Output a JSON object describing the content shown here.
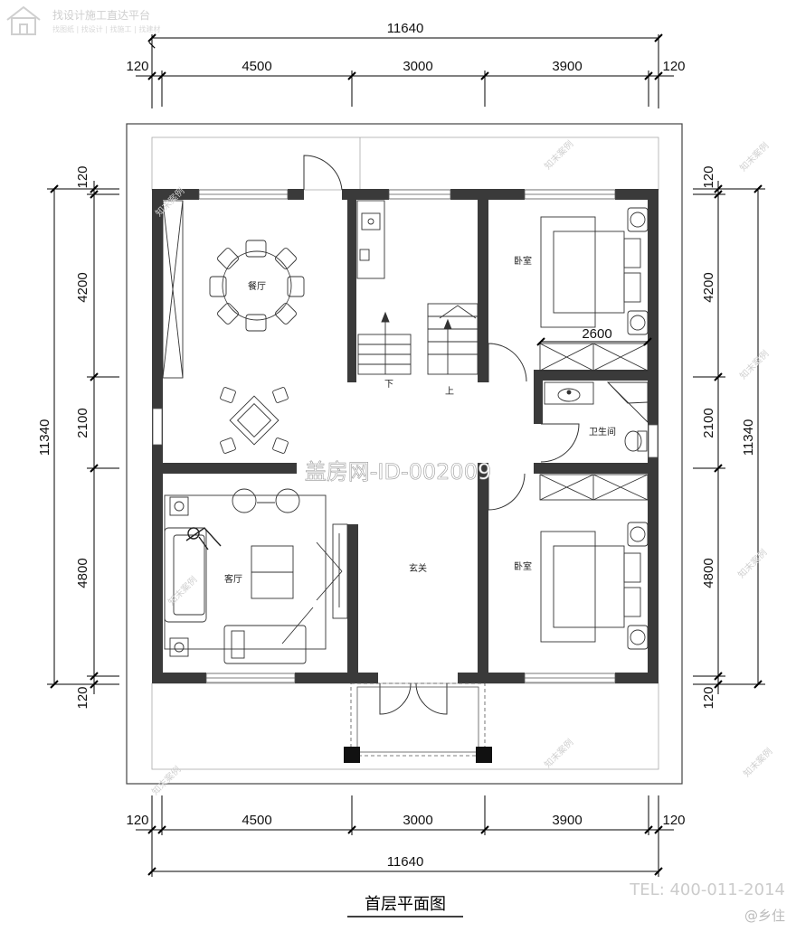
{
  "logo": {
    "title": "找设计施工直达平台",
    "subtitle": "找图纸 | 找设计 | 找施工 | 找建材"
  },
  "dimensions": {
    "overall_width": "11640",
    "overall_depth": "11340",
    "wall_offset": "120",
    "columns": [
      "4500",
      "3000",
      "3900"
    ],
    "rows": [
      "4200",
      "2100",
      "4800"
    ],
    "wardrobe_length": "2600"
  },
  "rooms": {
    "dining": "餐厅",
    "bedroom_top": "卧室",
    "bathroom": "卫生间",
    "living": "客厅",
    "entry": "玄关",
    "bedroom_bottom": "卧室"
  },
  "stairs": {
    "down": "下",
    "up": "上"
  },
  "watermarks": {
    "id": "盖房网-ID-002009",
    "faint": "知末案例",
    "tel": "TEL: 400-011-2014",
    "signature": "@乡住"
  },
  "title": "首层平面图"
}
